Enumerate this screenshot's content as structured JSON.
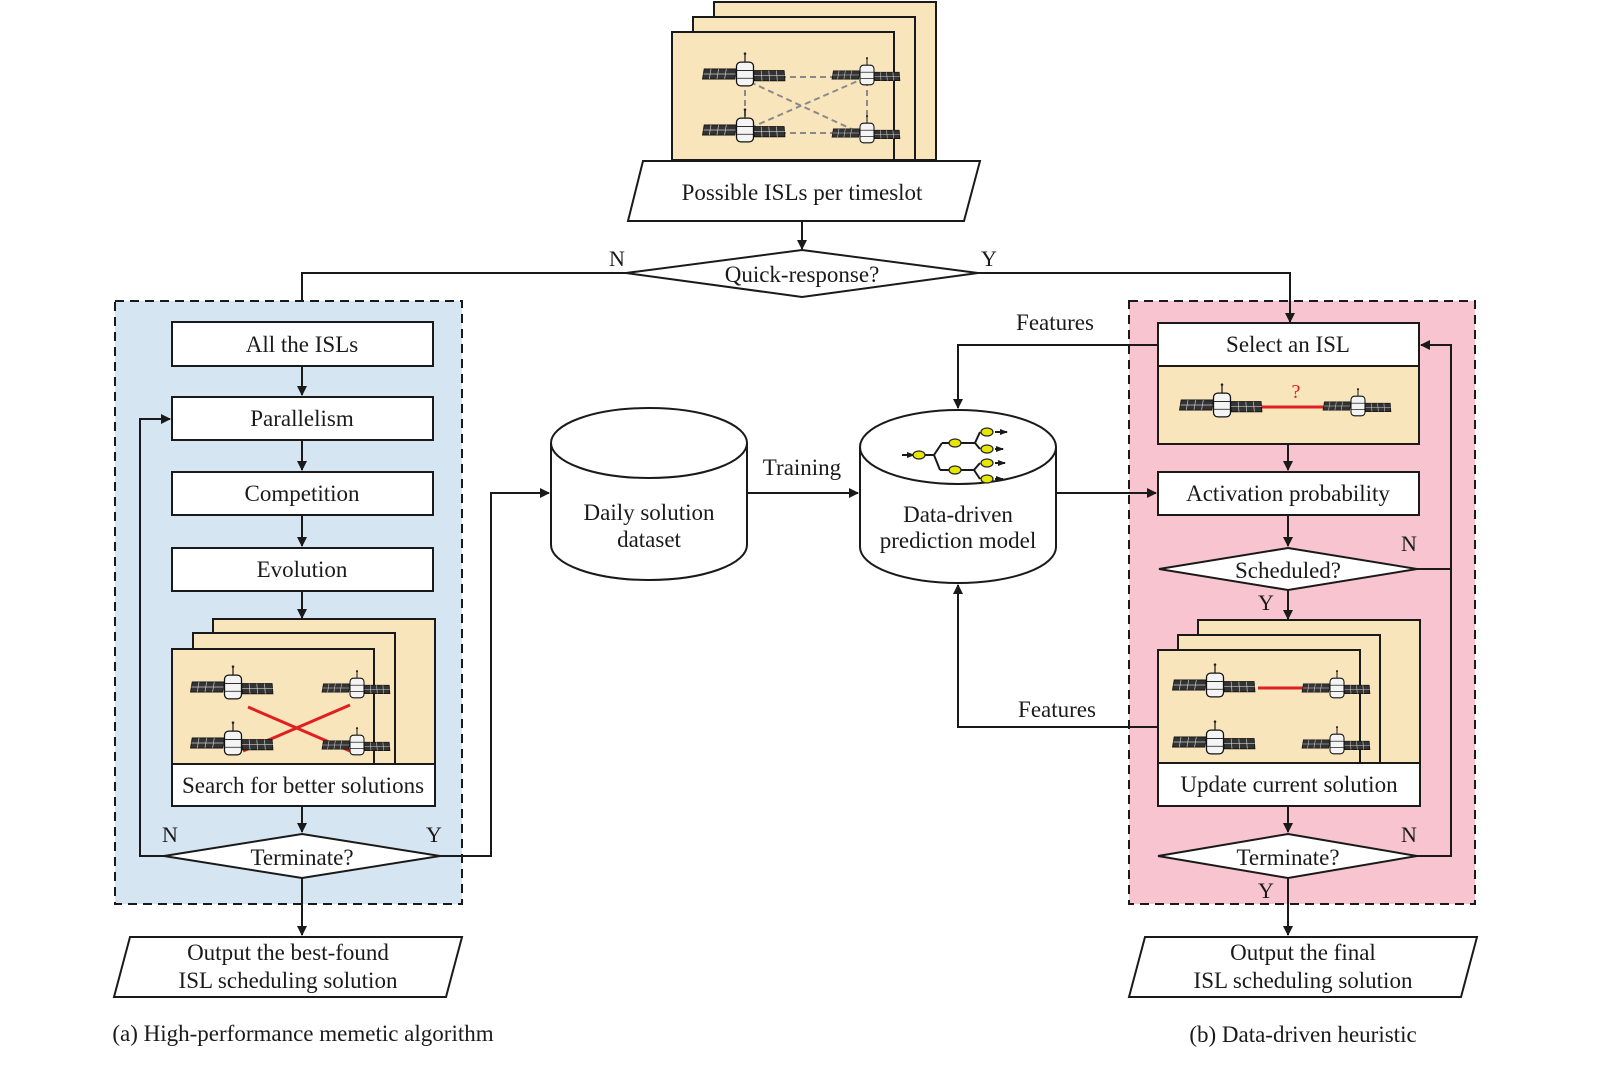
{
  "colors": {
    "panel_a_bg": "#d6e5f2",
    "panel_b_bg": "#f8c4cf",
    "image_bg": "#f8e5bb",
    "active_link": "#e02020",
    "candidate_link": "#8a8a8a",
    "tree_node": "#e6e600"
  },
  "top": {
    "input_label": "Possible ISLs per timeslot",
    "decision_label": "Quick-response?",
    "no_label": "N",
    "yes_label": "Y"
  },
  "panel_a": {
    "caption": "(a) High-performance memetic algorithm",
    "steps": [
      "All the ISLs",
      "Parallelism",
      "Competition",
      "Evolution"
    ],
    "search_label": "Search for better solutions",
    "decision_label": "Terminate?",
    "no_label": "N",
    "yes_label": "Y",
    "output_line1": "Output the best-found",
    "output_line2": "ISL scheduling solution"
  },
  "middle": {
    "dataset_line1": "Daily solution",
    "dataset_line2": "dataset",
    "training_label": "Training",
    "model_line1": "Data-driven",
    "model_line2": "prediction model",
    "features_top": "Features",
    "features_bottom": "Features"
  },
  "panel_b": {
    "caption": "(b) Data-driven heuristic",
    "select_label": "Select an ISL",
    "question_mark": "?",
    "activation_label": "Activation probability",
    "scheduled_label": "Scheduled?",
    "scheduled_no": "N",
    "scheduled_yes": "Y",
    "update_label": "Update current solution",
    "terminate_label": "Terminate?",
    "terminate_no": "N",
    "terminate_yes": "Y",
    "output_line1": "Output the final",
    "output_line2": "ISL scheduling solution"
  }
}
